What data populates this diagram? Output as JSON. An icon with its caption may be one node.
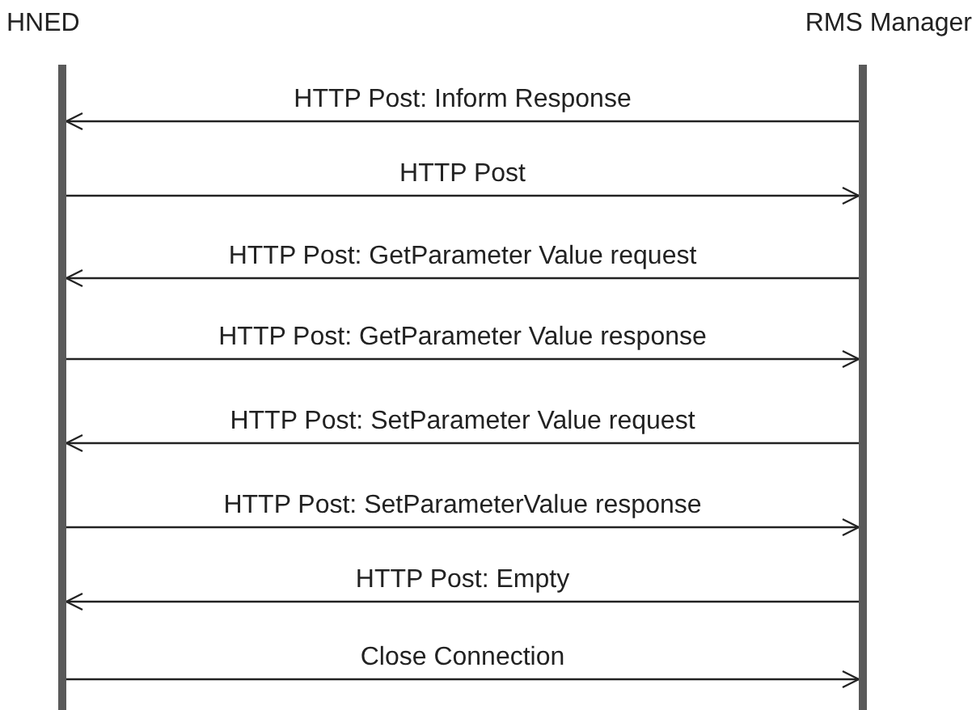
{
  "diagram": {
    "nodes": [
      {
        "text": [
          "HNED"
        ]
      },
      {
        "text": [
          "RMS Manager"
        ]
      }
    ],
    "edges": [
      {
        "from": 1,
        "to": 0,
        "arrow": "to",
        "label": "HTTP Post: Inform Response"
      },
      {
        "from": 0,
        "to": 1,
        "arrow": "to",
        "label": "HTTP Post"
      },
      {
        "from": 1,
        "to": 0,
        "arrow": "to",
        "label": "HTTP Post: GetParameter Value request"
      },
      {
        "from": 0,
        "to": 1,
        "arrow": "to",
        "label": "HTTP Post: GetParameter Value response"
      },
      {
        "from": 1,
        "to": 0,
        "arrow": "to",
        "label": "HTTP Post: SetParameter Value request"
      },
      {
        "from": 0,
        "to": 1,
        "arrow": "to",
        "label": "HTTP Post: SetParameterValue response"
      },
      {
        "from": 1,
        "to": 0,
        "arrow": "to",
        "label": "HTTP Post: Empty"
      },
      {
        "from": 0,
        "to": 1,
        "arrow": "to",
        "label": "Close Connection"
      }
    ]
  }
}
